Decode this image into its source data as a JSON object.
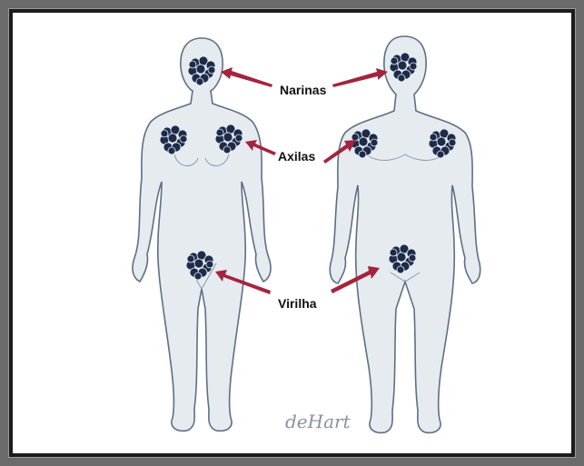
{
  "labels": {
    "nostrils": "Narinas",
    "armpits": "Axilas",
    "groin": "Virilha"
  },
  "signature": "deHart",
  "colors": {
    "body_fill": "#e6ebf0",
    "body_outline": "#5f6e85",
    "bacteria": "#1d2b4a",
    "arrow": "#a3243e",
    "frame_outer": "#6b6b6b",
    "frame_border": "#1c1c1c"
  },
  "icons": {
    "cluster": "staph-bacteria-cluster-icon",
    "arrow": "pointer-arrow-icon"
  }
}
